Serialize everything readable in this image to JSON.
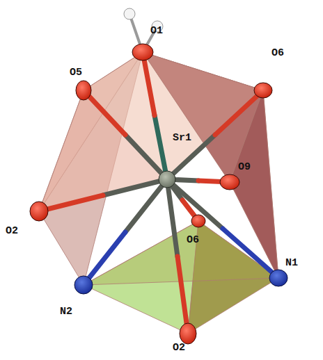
{
  "diagram": {
    "labels": [
      "O1",
      "O5",
      "O6",
      "Sr1",
      "O9",
      "O2",
      "O6",
      "N2",
      "N1",
      "O2"
    ]
  }
}
